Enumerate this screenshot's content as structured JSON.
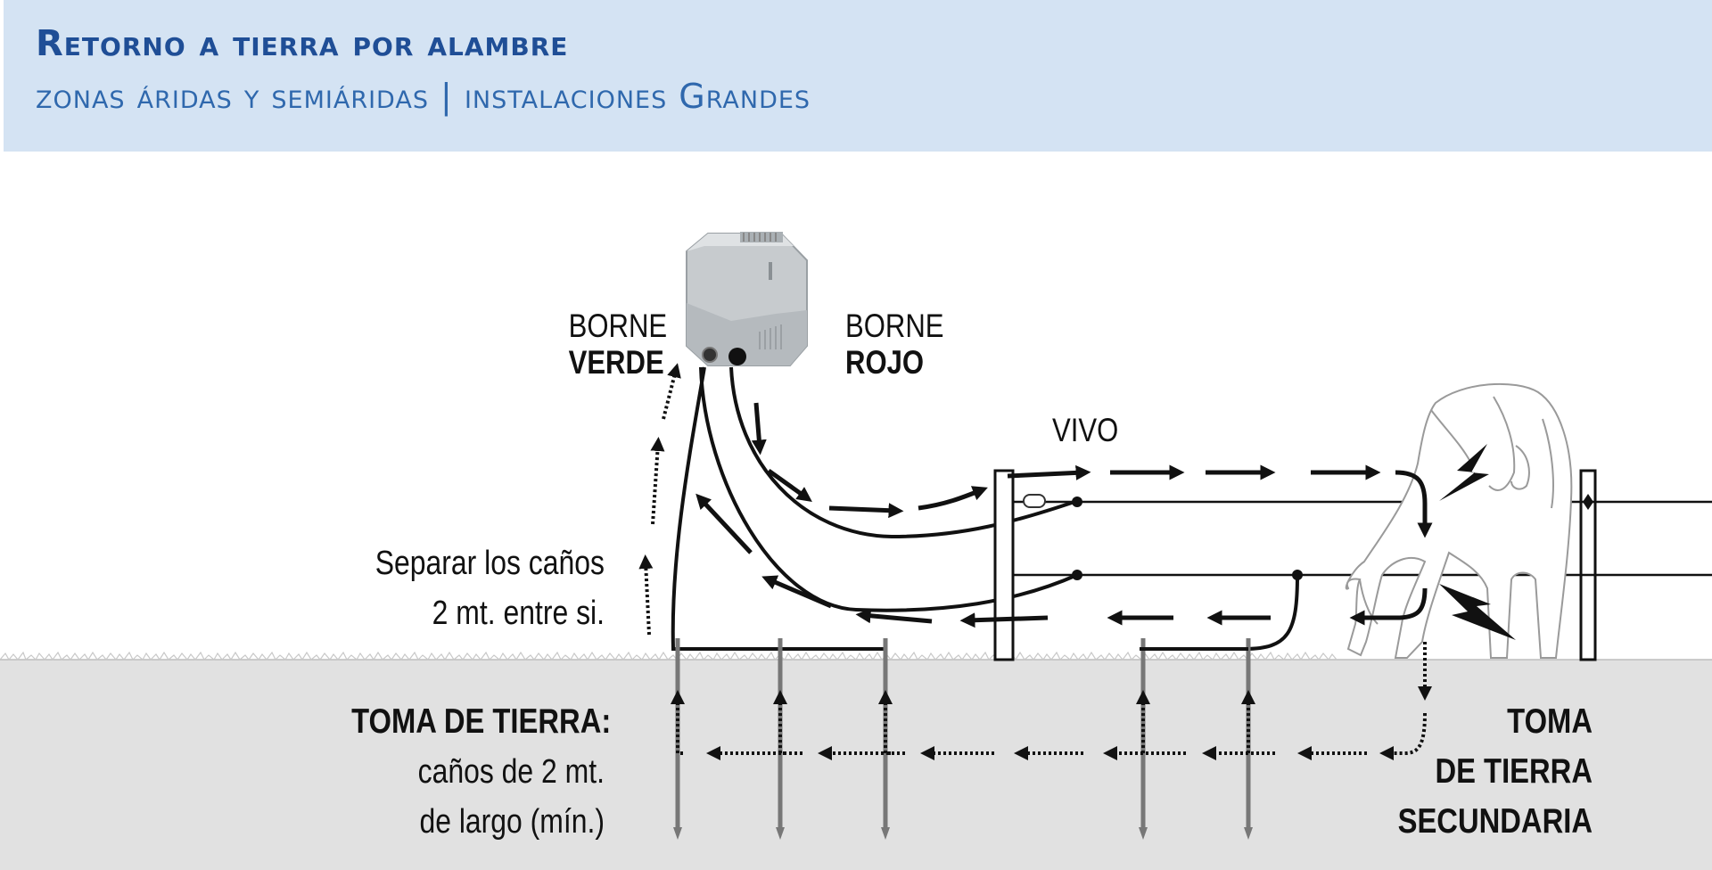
{
  "header": {
    "title": "Retorno a tierra por alambre",
    "subtitle": "zonas áridas y semiáridas | instalaciones Grandes"
  },
  "labels": {
    "borne_left_kw": "BORNE",
    "borne_left_color": "VERDE",
    "borne_right_kw": "BORNE",
    "borne_right_color": "ROJO",
    "vivo": "VIVO",
    "separar_line1": "Separar los caños",
    "separar_line2": "2 mt. entre si.",
    "toma_title": "TOMA DE TIERRA:",
    "toma_line1": "caños de 2 mt.",
    "toma_line2": "de largo (mín.)",
    "toma_sec_line1": "TOMA",
    "toma_sec_line2": "DE TIERRA",
    "toma_sec_line3": "SECUNDARIA"
  },
  "colors": {
    "header_bg": "#d4e3f3",
    "title": "#1f4e96",
    "subtitle": "#2f68ad",
    "ground": "#e1e1e1",
    "line": "#111111"
  },
  "icons": {
    "energizer": "energizer-device-icon",
    "cow": "cow-icon",
    "spark": "lightning-icon"
  }
}
